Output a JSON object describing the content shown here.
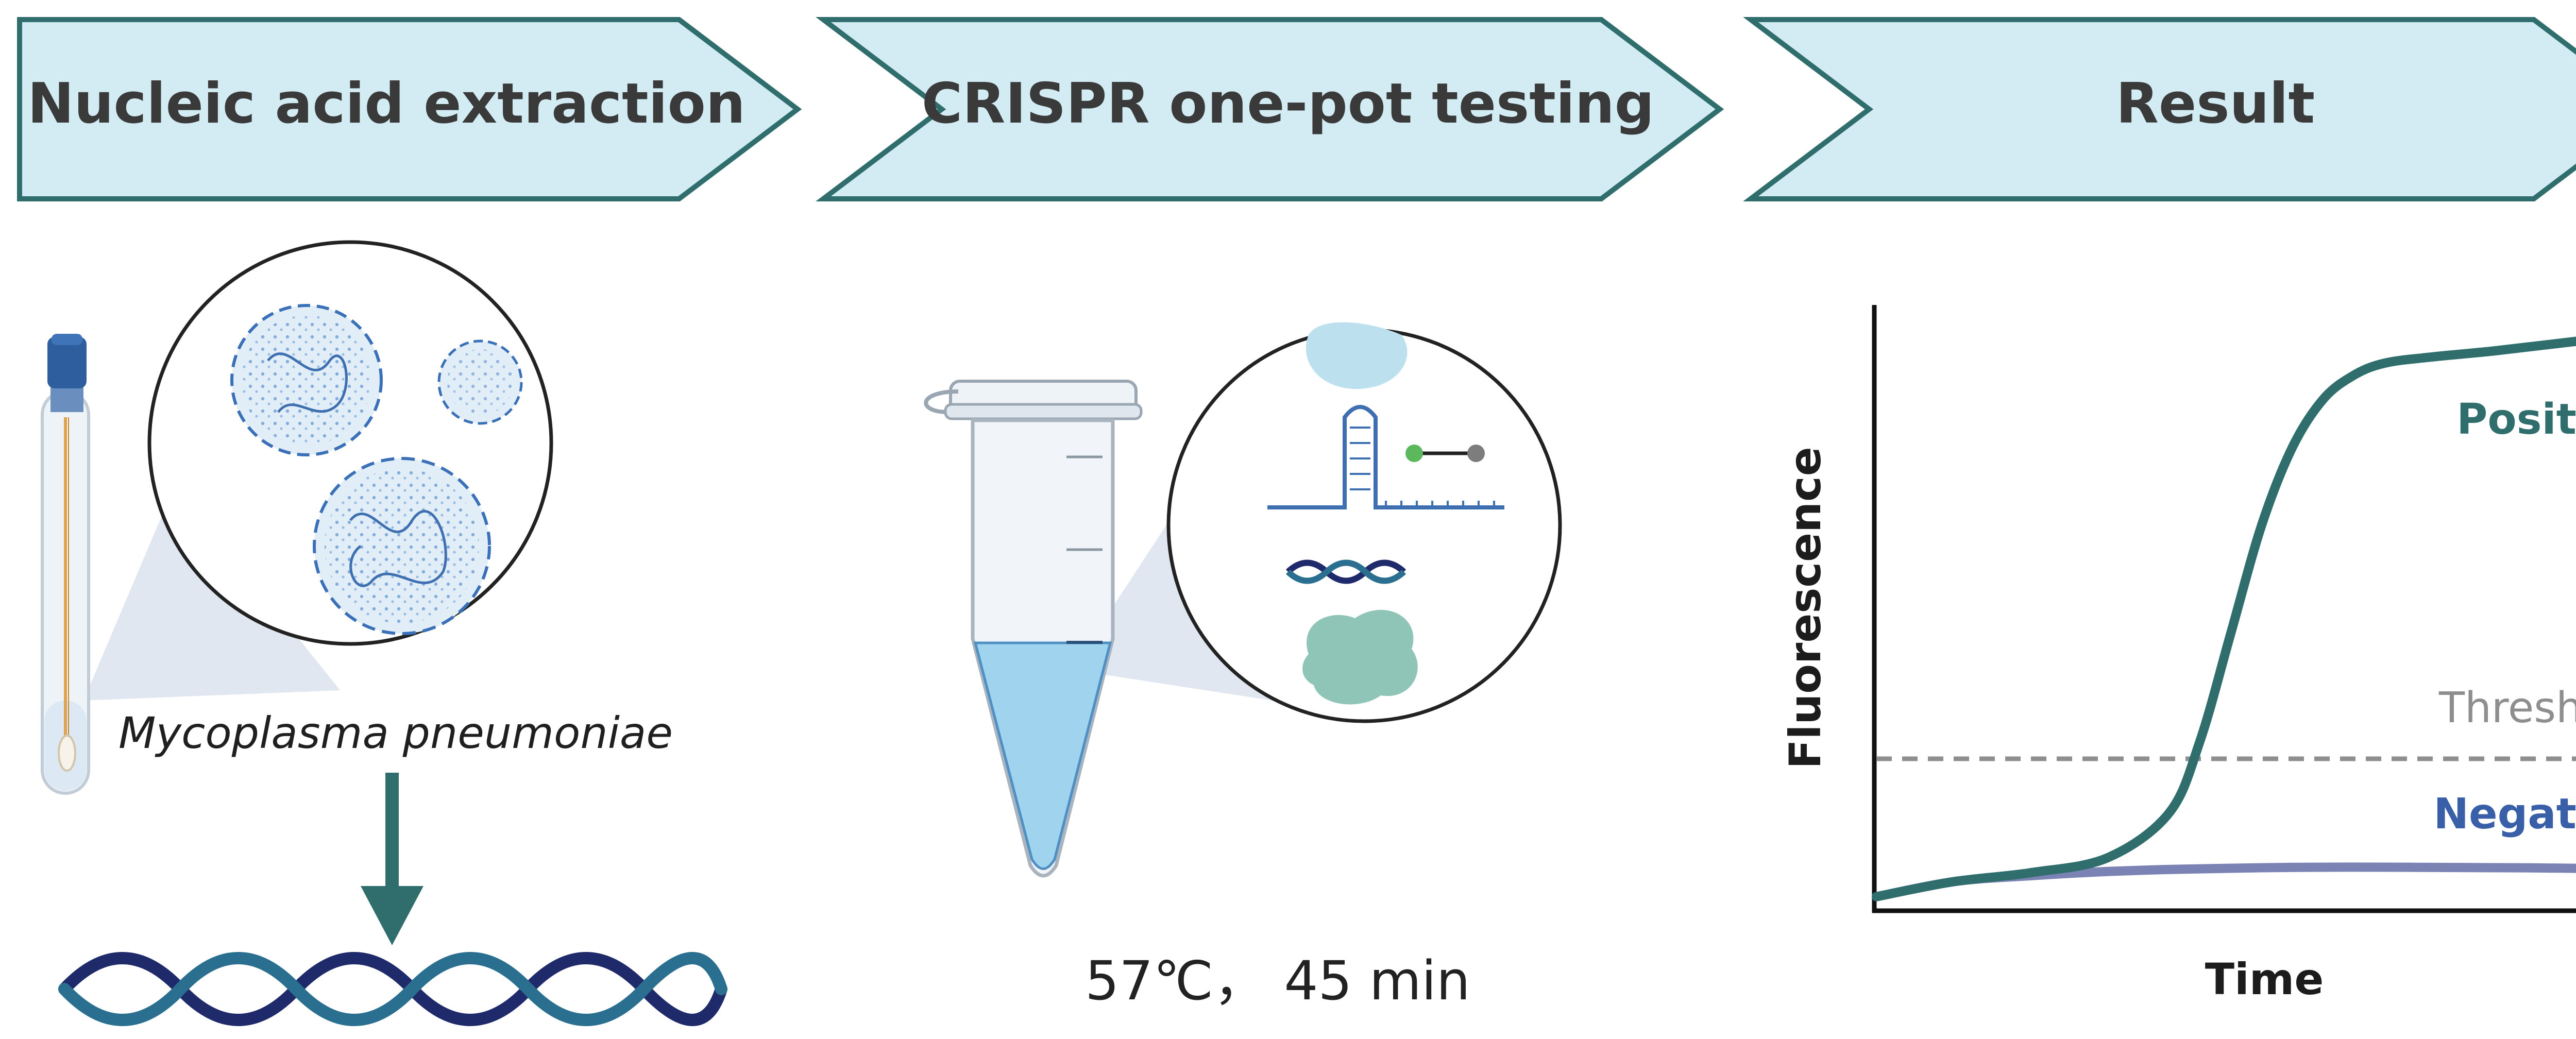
{
  "steps": [
    {
      "label": "Nucleic acid extraction"
    },
    {
      "label": "CRISPR one-pot testing"
    },
    {
      "label": "Result"
    }
  ],
  "sample": {
    "organism": "Mycoplasma pneumoniae"
  },
  "reaction": {
    "conditions": "57℃， 45 min"
  },
  "chart": {
    "x_axis_label": "Time",
    "y_axis_label": "Fluorescence",
    "threshold_label": "Threshold",
    "positive_label": "Positive",
    "negative_label": "Negative"
  },
  "chart_data": {
    "type": "line",
    "xlabel": "Time",
    "ylabel": "Fluorescence",
    "xlim": [
      0,
      100
    ],
    "ylim": [
      0,
      100
    ],
    "threshold": 25,
    "grid": false,
    "series": [
      {
        "name": "Positive",
        "color": "#2f6e6c",
        "x": [
          0,
          10,
          20,
          30,
          38,
          42,
          46,
          50,
          54,
          58,
          62,
          66,
          72,
          80,
          90,
          100
        ],
        "y": [
          2,
          4.5,
          6,
          8.5,
          16,
          28,
          46,
          64,
          77,
          85,
          89,
          91,
          92,
          93,
          94.5,
          96
        ]
      },
      {
        "name": "Negative",
        "color": "#7b83b5",
        "x": [
          0,
          10,
          20,
          30,
          40,
          55,
          70,
          85,
          100
        ],
        "y": [
          2,
          4.5,
          5.5,
          6.2,
          6.6,
          6.9,
          6.9,
          6.8,
          6.6
        ]
      }
    ]
  },
  "colors": {
    "step_fill": "#d3ecf3",
    "step_stroke": "#2f6e6c",
    "positive": "#2f6e6c",
    "negative": "#7b83b5",
    "threshold": "#8e8e8e",
    "arrow": "#2f6e6c"
  }
}
